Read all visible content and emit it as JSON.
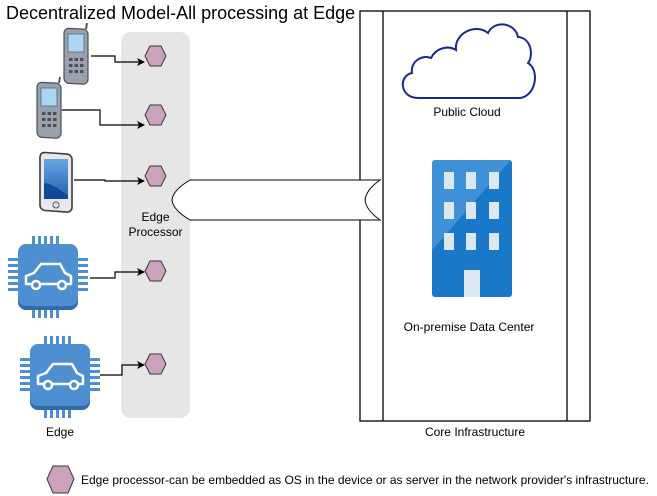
{
  "title": "Decentralized Model-All processing at Edge",
  "edge_processor": {
    "label_line1": "Edge",
    "label_line2": "Processor",
    "nodes": 5
  },
  "devices": [
    {
      "type": "mobile-phone-icon"
    },
    {
      "type": "mobile-phone-icon"
    },
    {
      "type": "tablet-icon"
    },
    {
      "type": "car-chip-icon"
    },
    {
      "type": "car-chip-icon"
    }
  ],
  "devices_label": "Edge",
  "core": {
    "label": "Core Infrastructure",
    "public_cloud_label": "Public Cloud",
    "data_center_label": "On-premise Data Center"
  },
  "legend": {
    "text": "Edge processor-can be embedded as OS in the device or as server in the network provider's infrastructure."
  },
  "colors": {
    "hexagon_fill": "#cda2bf",
    "edge_panel": "#e6e6e6",
    "chip_blue": "#4d8fd1",
    "building_blue": "#1a78c8",
    "cloud_stroke": "#1a2a8c"
  }
}
